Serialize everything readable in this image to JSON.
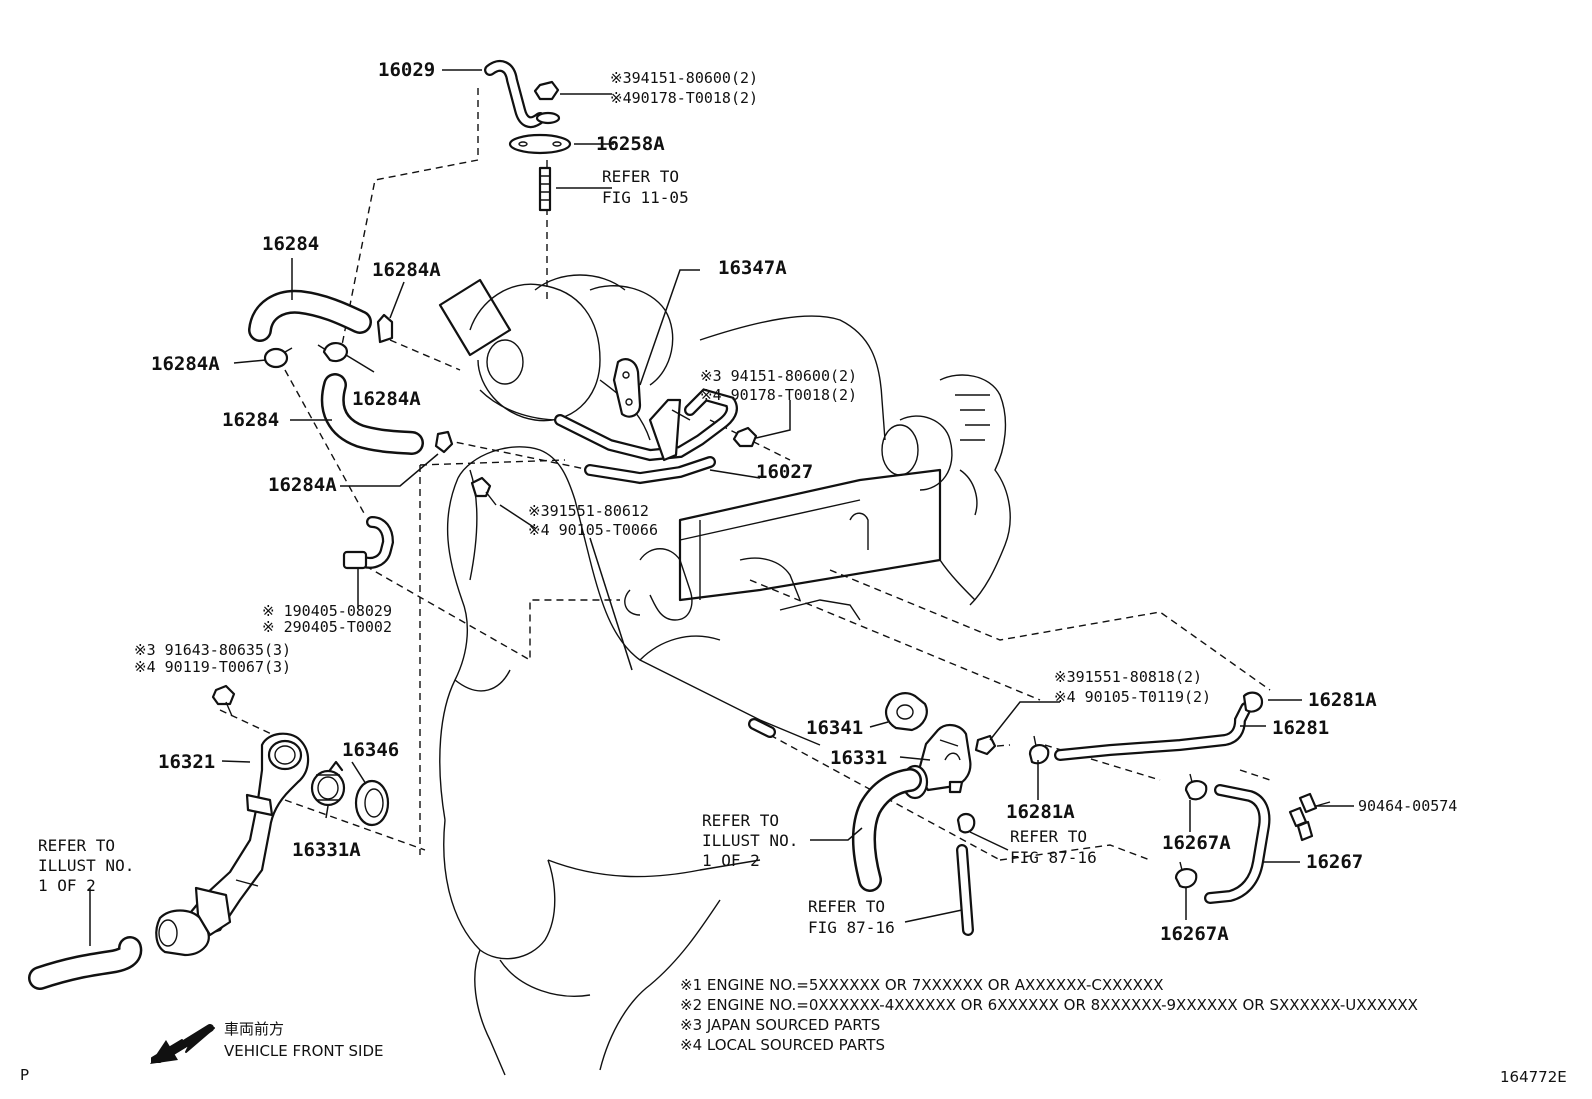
{
  "labels": {
    "p16029": "16029",
    "p394151_a": "※394151-80600(2)",
    "p490178_a": "※490178-T0018(2)",
    "p16258A": "16258A",
    "ref_fig1105_a": "REFER TO",
    "ref_fig1105_b": "FIG 11-05",
    "p16284_top": "16284",
    "p16284A_top": "16284A",
    "p16347A": "16347A",
    "p16284A_left": "16284A",
    "p16284A_mid": "16284A",
    "p394151_b": "※3 94151-80600(2)",
    "p490178_b": "※4 90178-T0018(2)",
    "p16284_mid": "16284",
    "p16027": "16027",
    "p16284A_low": "16284A",
    "p391551_a": "※391551-80612",
    "p490105_a": "※4 90105-T0066",
    "p190405": "※ 190405-08029",
    "p290405": "※ 290405-T0002",
    "p391643": "※3 91643-80635(3)",
    "p490119": "※4 90119-T0067(3)",
    "p391551_b": "※391551-80818(2)",
    "p490105_b": "※4 90105-T0119(2)",
    "p16281A_r": "16281A",
    "p16341": "16341",
    "p16281": "16281",
    "p16331": "16331",
    "p16346": "16346",
    "p16321": "16321",
    "p16281A_b": "16281A",
    "p90464": "90464-00574",
    "ref_illust_r_a": "REFER TO",
    "ref_illust_r_b": "ILLUST NO.",
    "ref_illust_r_c": "1 OF 2",
    "ref_8716_a_1": "REFER TO",
    "ref_8716_a_2": "FIG 87-16",
    "p16267A_top": "16267A",
    "p16331A": "16331A",
    "ref_illust_l_a": "REFER TO",
    "ref_illust_l_b": "ILLUST NO.",
    "ref_illust_l_c": "1 OF 2",
    "p16267": "16267",
    "ref_8716_b_1": "REFER TO",
    "ref_8716_b_2": "FIG 87-16",
    "p16267A_bot": "16267A"
  },
  "notes": [
    "※1 ENGINE NO.=5XXXXXX OR 7XXXXXX OR AXXXXXX-CXXXXXX",
    "※2 ENGINE NO.=0XXXXXX-4XXXXXX OR 6XXXXXX OR 8XXXXXX-9XXXXXX OR SXXXXXX-UXXXXXX",
    "※3 JAPAN SOURCED PARTS",
    "※4 LOCAL SOURCED PARTS"
  ],
  "direction": {
    "jp": "車両前方",
    "en": "VEHICLE FRONT SIDE",
    "icon": "arrow-icon"
  },
  "corner": {
    "left": "P",
    "right": "164772E"
  }
}
